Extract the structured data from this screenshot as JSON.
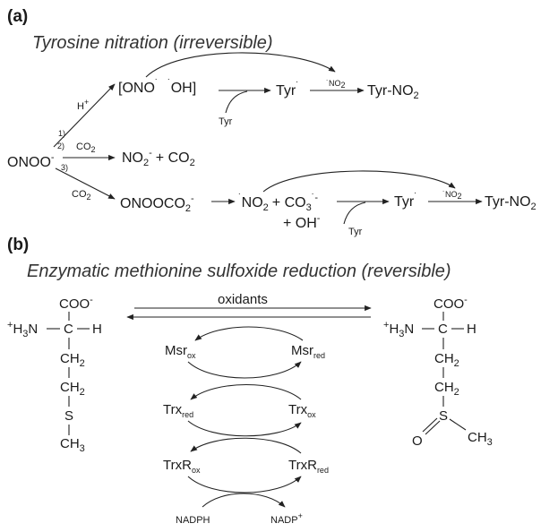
{
  "colors": {
    "ink": "#1a1a1a",
    "title": "#333333",
    "background": "#ffffff"
  },
  "panel_a": {
    "label": "(a)",
    "title": "Tyrosine nitration (irreversible)",
    "start": {
      "main": "ONOO",
      "sup": "-"
    },
    "step1": {
      "label": "1)",
      "reagent": "H",
      "reagent_sup": "+"
    },
    "step2": {
      "label": "2)",
      "reagent": "CO",
      "reagent_sub": "2"
    },
    "step3": {
      "label": "3)",
      "reagent": "CO",
      "reagent_sub": "2"
    },
    "peroxynitrous": {
      "open": "[ONO",
      "mid": " ",
      "oh": "OH]",
      "dot": "˙"
    },
    "tyr_reagent": "Tyr",
    "tyr_radical": "Tyr",
    "no2_small": "NO",
    "no2_small_sub": "2",
    "product": "Tyr-NO",
    "product_sub": "2",
    "nitrite": {
      "main": "NO",
      "sub": "2",
      "sup": "-",
      "plus": "+ CO",
      "plus_sub": "2"
    },
    "adduct": {
      "main": "ONOOCO",
      "sub": "2",
      "sup": "-"
    },
    "radicals": {
      "no2": "NO",
      "no2_sub": "2",
      "plus_co3": "+ CO",
      "co3_sub": "3",
      "co3_sup": "˙-",
      "plus_oh": "+ OH",
      "oh_sup": "-"
    }
  },
  "panel_b": {
    "label": "(b)",
    "title": "Enzymatic methionine sulfoxide reduction (reversible)",
    "oxidants": "oxidants",
    "methionine": {
      "coo": "COO",
      "coo_sup": "-",
      "amine": "H",
      "amine_sup": "+",
      "amine_sub": "3",
      "amine_n": "N",
      "c": "C",
      "h": "H",
      "ch2": "CH",
      "ch2_sub": "2",
      "s": "S",
      "ch3": "CH",
      "ch3_sub": "3"
    },
    "sulfoxide": {
      "coo": "COO",
      "coo_sup": "-",
      "amine": "H",
      "amine_sup": "+",
      "amine_sub": "3",
      "amine_n": "N",
      "c": "C",
      "h": "H",
      "ch2": "CH",
      "ch2_sub": "2",
      "s": "S",
      "o": "O",
      "ch3": "CH",
      "ch3_sub": "3"
    },
    "cycle": {
      "msr": "Msr",
      "ox": "ox",
      "red": "red",
      "trx": "Trx",
      "trxr": "TrxR",
      "nadph": "NADPH",
      "nadp": "NADP",
      "nadp_sup": "+"
    }
  }
}
